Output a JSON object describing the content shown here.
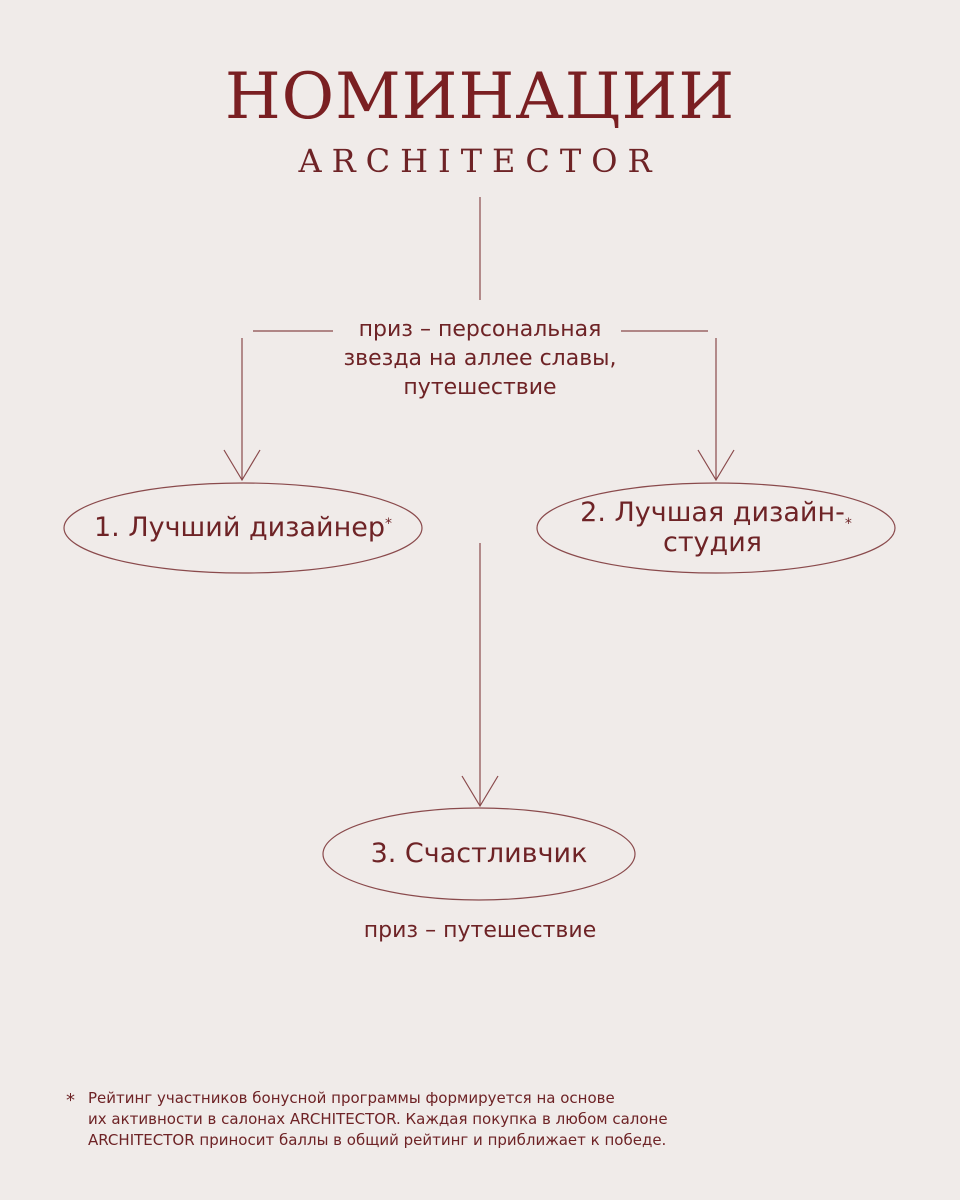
{
  "header": {
    "title": "НОМИНАЦИИ",
    "subtitle": "ARCHITECTOR"
  },
  "diagram": {
    "main_prize": "приз – персональная\nзвезда на аллее славы,\nпутешествие",
    "nodes": [
      {
        "label": "1. Лучший дизайнер",
        "mark": "*"
      },
      {
        "label": "2. Лучшая дизайн-\nстудия",
        "mark": "*"
      },
      {
        "label": "3. Счастливчик",
        "mark": ""
      }
    ],
    "lucky_prize": "приз – путешествие"
  },
  "footnote": {
    "star": "*",
    "text": "Рейтинг участников бонусной программы формируется на основе\nих активности в салонах ARCHITECTOR. Каждая покупка в любом салоне\nARCHITECTOR приносит баллы в общий рейтинг и приближает к победе."
  },
  "colors": {
    "background": "#f0ebe9",
    "accent": "#7a1f22"
  }
}
